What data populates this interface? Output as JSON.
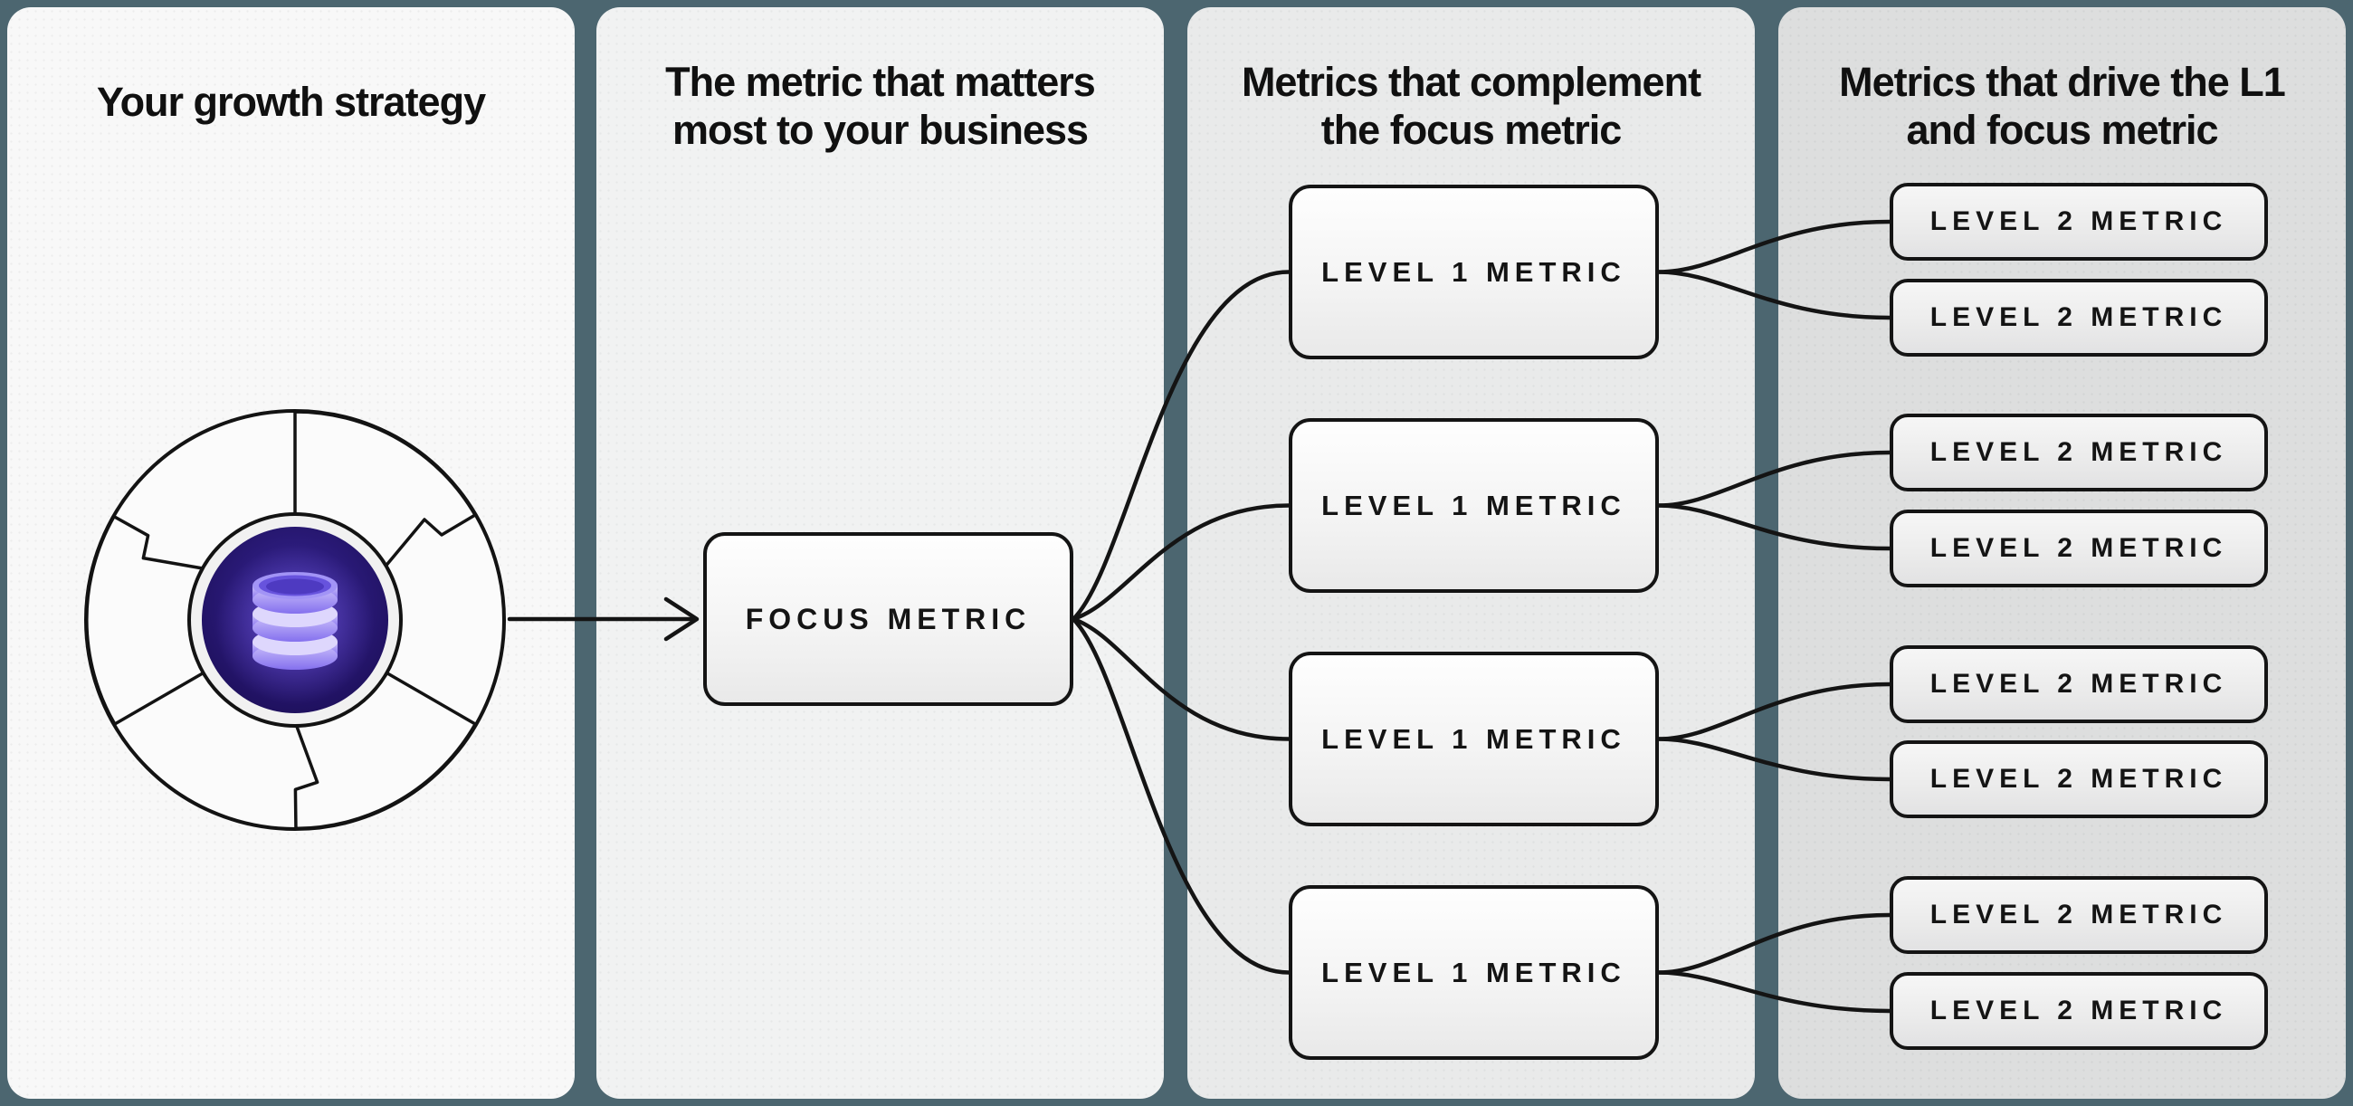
{
  "diagram": {
    "description": "Growth strategy metrics tree",
    "background_color": "#4c6670",
    "stroke_color": "#141414",
    "accent_purple": "#7b68f0"
  },
  "panels": [
    {
      "title_line1": "Your growth strategy",
      "title_line2": "",
      "bg": "#f8f8f8"
    },
    {
      "title_line1": "The metric that matters",
      "title_line2": "most to your business",
      "bg": "#f1f2f2"
    },
    {
      "title_line1": "Metrics that complement",
      "title_line2": "the focus metric",
      "bg": "#e9eaea"
    },
    {
      "title_line1": "Metrics that drive the L1",
      "title_line2": "and focus metric",
      "bg": "#dddede"
    }
  ],
  "icon": {
    "name": "flywheel-database-icon"
  },
  "focus_node": {
    "label": "FOCUS METRIC"
  },
  "l1_nodes": [
    {
      "label": "LEVEL 1 METRIC"
    },
    {
      "label": "LEVEL 1 METRIC"
    },
    {
      "label": "LEVEL 1 METRIC"
    },
    {
      "label": "LEVEL 1 METRIC"
    }
  ],
  "l2_nodes": [
    {
      "label": "LEVEL 2 METRIC"
    },
    {
      "label": "LEVEL 2 METRIC"
    },
    {
      "label": "LEVEL 2 METRIC"
    },
    {
      "label": "LEVEL 2 METRIC"
    },
    {
      "label": "LEVEL 2 METRIC"
    },
    {
      "label": "LEVEL 2 METRIC"
    },
    {
      "label": "LEVEL 2 METRIC"
    },
    {
      "label": "LEVEL 2 METRIC"
    }
  ]
}
